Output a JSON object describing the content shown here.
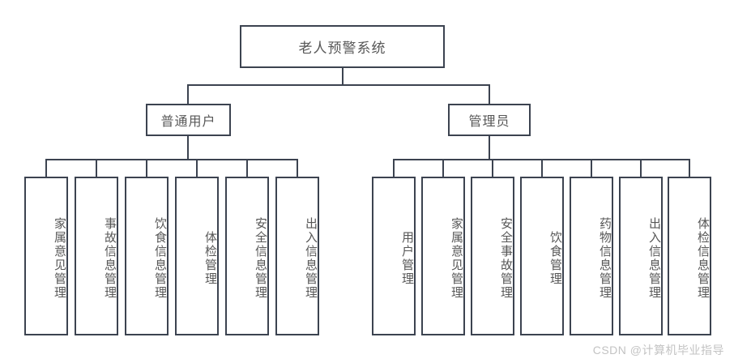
{
  "diagram": {
    "title": "老人预警系统",
    "root": {
      "label": "老人预警系统"
    },
    "level2": [
      {
        "label": "普通用户"
      },
      {
        "label": "管理员"
      }
    ],
    "user_children": [
      {
        "label": "家属意见管理"
      },
      {
        "label": "事故信息管理"
      },
      {
        "label": "饮食信息管理"
      },
      {
        "label": "体检管理"
      },
      {
        "label": "安全信息管理"
      },
      {
        "label": "出入信息管理"
      }
    ],
    "admin_children": [
      {
        "label": "用户管理"
      },
      {
        "label": "家属意见管理"
      },
      {
        "label": "安全事故管理"
      },
      {
        "label": "饮食管理"
      },
      {
        "label": "药物信息管理"
      },
      {
        "label": "出入信息管理"
      },
      {
        "label": "体检信息管理"
      }
    ],
    "colors": {
      "line": "#3c4350",
      "box_fill": "#ffffff",
      "text": "#575757",
      "watermark": "#c3c3c3"
    }
  },
  "watermark": {
    "text": "CSDN @计算机毕业指导"
  }
}
